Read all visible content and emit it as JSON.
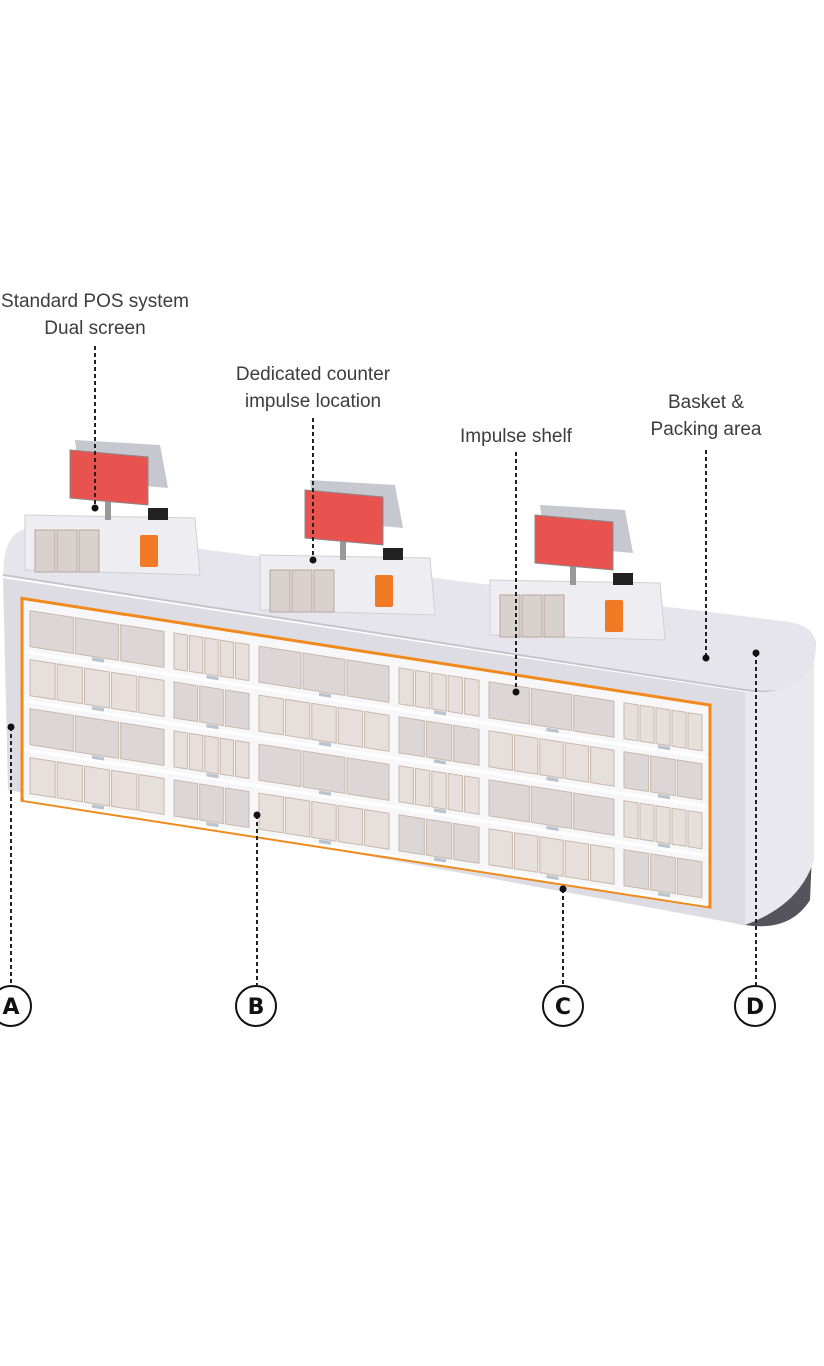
{
  "labels": {
    "pos": [
      "Standard POS system",
      "Dual screen"
    ],
    "impulse_location": [
      "Dedicated counter",
      "impulse location"
    ],
    "impulse_shelf": "Impulse shelf",
    "basket": [
      "Basket &",
      "Packing area"
    ]
  },
  "markers": [
    "A",
    "B",
    "C",
    "D"
  ],
  "colors": {
    "accent": "#f08a1c",
    "screen": "#e8534f",
    "counter": "#dcdbe2",
    "base": "#55535c"
  }
}
